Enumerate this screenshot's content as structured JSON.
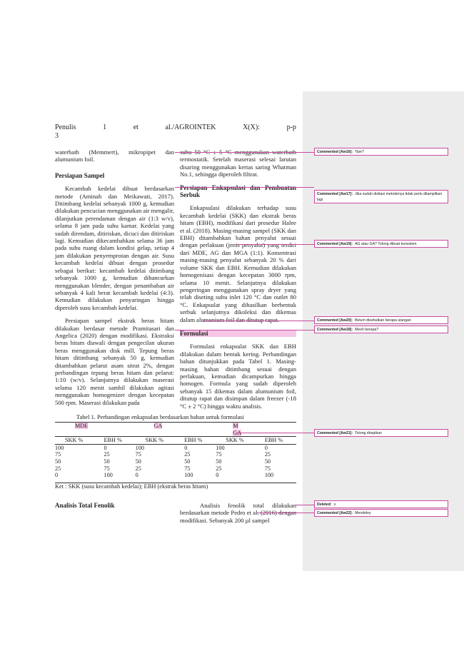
{
  "header": {
    "author": "Penulis",
    "num": "1",
    "et": "et",
    "journal": "al./AGROINTEK",
    "vol": "X(X):",
    "pp": "p-p",
    "page": "3"
  },
  "left": {
    "intro": "waterbath (Memmert), mikropipet dan alumunium foil.",
    "h1": "Persiapan Sampel",
    "p1": "Kecambah kedelai dibuat berdasarkan metode (Aminah dan Meikawati, 2017). Ditimbang kedelai sebanyak 1000 g, kemudian dilakukan pencucian menggunakan air mengalir, dilanjutkan perendaman dengan air (1:3 w/v), selama 8 jam pada suhu kamar. Kedelai yang sudah direndam, ditiriskan, dicuci dan ditiriskan lagi. Kemudian dikecambahkan selama 36 jam pada suhu ruang dalam kondisi gelap, setiap 4 jam dilakukan penyemprotan dengan air. Susu kecambah kedelai dibuat dengan prosedur sebagai berikut: kecambah kedelai ditimbang sebanyak 1000 g, kemudian dihancurkan menggunakan blender, dengan penambahan air sebanyak 4 kali berat kecambah kedelai (4:3). Kemudian dilakukan penyaringan hingga diperoleh susu kecambah kedelai.",
    "p2": "Persiapan sampel ekstrak beras hitam dilakukan berdasar metode Pramitasari dan Angelica (2020) dengan modifikasi. Ekstraksi beras hitam diawali dengan pengecilan ukuran beras menggunakan disk mill. Tepung beras hitam ditimbang sebanyak 50 g, kemudian ditambahkan pelarut asam sitrat 2%, dengan perbandingan tepung beras hitam dan pelarut: 1:10 (w/v). Selanjutnya dilakukan maserasi selama 120 menit sambil dilakukan agitasi menggunakan homogenizer dengan kecepatan 500 rpm. Maserasi dilakukan pada"
  },
  "right": {
    "p0": "suhu 50 °C ± 5 °C menggunakan waterbath termostatik. Setelah maserasi selesai larutan disaring menggunakan kertas saring Whatman No.1, sehingga diperoleh filtrat.",
    "h2": "Persiapan Enkapsulasi dan Pembuatan Serbuk",
    "p1": "Enkapsulasi dilakukan terhadap susu kecambah kedelai (SKK) dan ekstrak beras hitam (EBH), modifikasi dari prosedur Halee et al. (2018). Masing-masing sampel (SKK dan EBH) ditambahkan bahan penyalut sesuai dengan perlakuan (jenis penyalut) yang terdiri dari MDE, AG dan MGA (1:1). Konsentrasi masing-masing penyalut sebanyak 20 % dari volume SKK dan EBH. Kemudian dilakukan homogenisasi dengan kecepatan 3000 rpm, selama 10 menit. Selanjutnya dilakukan pengeringan menggunakan spray dryer yang telah diseting suhu inlet 120 °C dan outlet 80 °C. Enkapsulat yang dihasilkan berbentuk serbuk selanjutnya dikoleksi dan dikemas dalam alumunium foil dan ditutup rapat.",
    "h3": "Formulasi",
    "p2": "Formulasi enkapsulat SKK dan EBH dilakukan dalam bentuk kering. Perbandingan bahan ditunjukkan pada Tabel 1. Masing-masing bahan ditimbang sesuai dengan perlakuan, kemudian dicampurkan hingga homogen. Formula yang sudah diperoleh sebanyak 15 dikemas dalam alumunium foil, ditutup rapat dan disimpan dalam freezer (-18 °C ± 2 °C) hingga waktu analisis."
  },
  "table": {
    "caption": "Tabel 1. Perbandingan enkapsulan berdasarkan bahan untuk formulasi",
    "groups": [
      "MDE",
      "GA",
      "M",
      "GA"
    ],
    "sub": [
      "SKK %",
      "EBH %",
      "SKK %",
      "EBH %",
      "SKK %",
      "EBH %"
    ],
    "rows": [
      [
        "100",
        "0",
        "100",
        "0",
        "100",
        "0"
      ],
      [
        "75",
        "25",
        "75",
        "25",
        "75",
        "25"
      ],
      [
        "50",
        "50",
        "50",
        "50",
        "50",
        "50"
      ],
      [
        "25",
        "75",
        "25",
        "75",
        "25",
        "75"
      ],
      [
        "0",
        "100",
        "0",
        "100",
        "0",
        "100"
      ]
    ],
    "note": "Ket : SKK (susu kecambah kedelai); EBH (ekstrak beras hitam)"
  },
  "bottom": {
    "h4": "Analisis Total Fenolik",
    "p": "Analisis fenolik total dilakukan berdasarkan metode Pedro et al. (2016) dengan modifikasi. Sebanyak 200 µl sampel"
  },
  "comments": [
    {
      "tag": "Commented [Aw16]:",
      "text": "Tipe?"
    },
    {
      "tag": "Commented [Aw17]:",
      "text": "Jika sudah disitasi metodenya tidak perlu ditampilkan lagi"
    },
    {
      "tag": "Commented [Aw19]:",
      "text": "AG atau GA? Tolong dibuat konsisten"
    },
    {
      "tag": "Commented [Aw20]:",
      "text": "Belum disebutkan berapa ulangan"
    },
    {
      "tag": "Commented [Aw18]:",
      "text": "Mesh berapa?"
    },
    {
      "tag": "Commented [Aw21]:",
      "text": "Tolong dirapikan"
    },
    {
      "tag": "Deleted:",
      "text": "s"
    },
    {
      "tag": "Commented [Aw22]:",
      "text": "Mendeley"
    }
  ]
}
